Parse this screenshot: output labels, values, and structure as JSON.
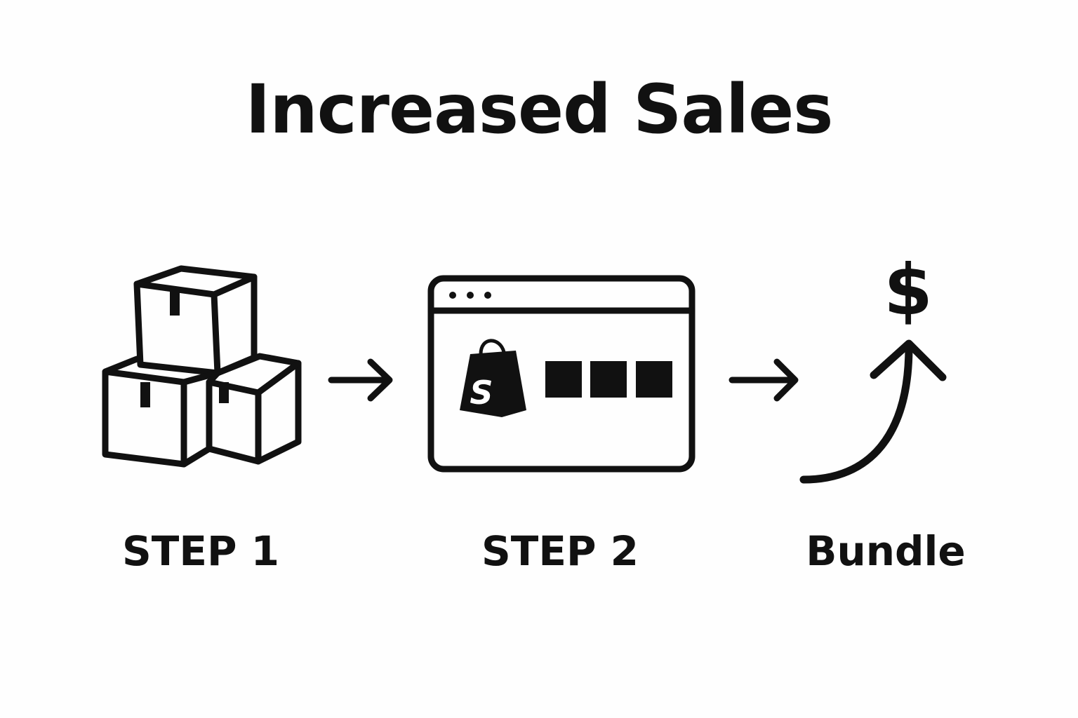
{
  "title": "Increased Sales",
  "steps": [
    {
      "label": "STEP 1",
      "icon": "boxes-icon"
    },
    {
      "label": "STEP 2",
      "icon": "browser-store-icon"
    },
    {
      "label": "Bundle",
      "icon": "dollar-growth-icon"
    }
  ],
  "store_logo_letter": "S",
  "currency_symbol": "$",
  "colors": {
    "ink": "#111111",
    "background": "#fefefe"
  }
}
